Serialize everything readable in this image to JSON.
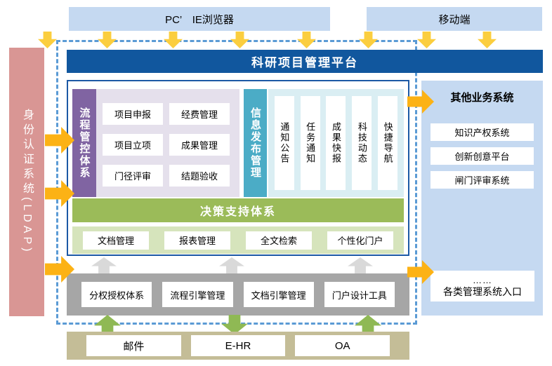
{
  "top_row": {
    "pc_label": "PC’　IE浏览器",
    "mobile_label": "移动端"
  },
  "identity_bar": {
    "label": "身份认证系统(LDAP)"
  },
  "platform_header": {
    "title": "科研项目管理平台"
  },
  "process_control": {
    "bar_label": "流程管控体系",
    "items": [
      "项目申报",
      "经费管理",
      "项目立项",
      "成果管理",
      "门径评审",
      "结题验收"
    ]
  },
  "info_publish": {
    "bar_label": "信息发布管理",
    "items": [
      "通知公告",
      "任务通知",
      "成果快报",
      "科技动态",
      "快捷导航"
    ]
  },
  "decision_support": {
    "bar_label": "决策支持体系",
    "items": [
      "文档管理",
      "报表管理",
      "全文检索",
      "个性化门户"
    ]
  },
  "engine_layer": {
    "items": [
      "分权授权体系",
      "流程引擎管理",
      "文档引擎管理",
      "门户设计工具"
    ]
  },
  "external_systems": {
    "items": [
      "邮件",
      "E-HR",
      "OA"
    ]
  },
  "other_systems": {
    "title": "其他业务系统",
    "items": [
      "知识产权系统",
      "创新创意平台",
      "闸门评审系统"
    ],
    "entry_dots": "……",
    "entry_label": "各类管理系统入口"
  },
  "colors": {
    "light_blue_box": "#C5D9F1",
    "header_blue": "#11579E",
    "panel_border_blue": "#1C59A5",
    "dashed_border_blue": "#5B9BD5",
    "identity_pink": "#D99694",
    "process_purple": "#8064A2",
    "process_lavender": "#E5E0EC",
    "info_teal": "#4BACC6",
    "info_light_teal": "#DAEEF3",
    "decision_green": "#9BBB59",
    "decision_light_green": "#D6E4BC",
    "engine_gray": "#A6A6A6",
    "external_tan": "#C4BD97",
    "arrow_yellow": "#FBCE3F",
    "arrow_orange": "#FCB215",
    "arrow_light_gray": "#D9D9D9",
    "arrow_green": "#8FB954"
  }
}
